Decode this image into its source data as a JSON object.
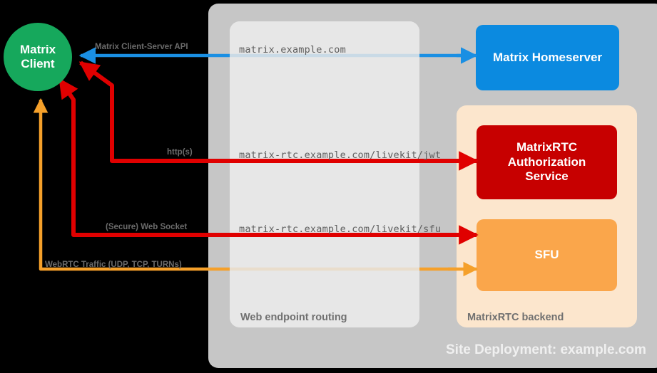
{
  "diagram": {
    "site_caption": "Site Deployment: example.com",
    "client": {
      "line1": "Matrix",
      "line2": "Client"
    },
    "routing_panel": {
      "caption": "Web endpoint routing",
      "endpoints": [
        "matrix.example.com",
        "matrix-rtc.example.com/livekit/jwt",
        "matrix-rtc.example.com/livekit/sfu"
      ]
    },
    "backend_panel": {
      "caption": "MatrixRTC backend"
    },
    "nodes": {
      "homeserver": "Matrix Homeserver",
      "authorization_service": "MatrixRTC\nAuthorization\nService",
      "authorization_service_line1": "MatrixRTC",
      "authorization_service_line2": "Authorization",
      "authorization_service_line3": "Service",
      "sfu": "SFU"
    },
    "flows": [
      {
        "id": "matrix-client-server-api",
        "label": "Matrix Client-Server API",
        "color": "#1a8fe3",
        "endpoint": "matrix.example.com",
        "direction": "to-client"
      },
      {
        "id": "http-s",
        "label": "http(s)",
        "color": "#e00000",
        "endpoint": "matrix-rtc.example.com/livekit/jwt",
        "direction": "to-client"
      },
      {
        "id": "secure-web-socket",
        "label": "(Secure) Web Socket",
        "color": "#e00000",
        "endpoint": "matrix-rtc.example.com/livekit/sfu",
        "direction": "to-client"
      },
      {
        "id": "webrtc-traffic",
        "label": "WebRTC Traffic (UDP, TCP, TURNs)",
        "color": "#f5a02a",
        "endpoint": "",
        "direction": "to-client"
      }
    ],
    "colors": {
      "background": "#000000",
      "site_panel": "#c6c6c6",
      "routing_panel": "#e6e6e6",
      "backend_panel": "#fce6cd",
      "client": "#16a85c",
      "homeserver": "#0b8ae0",
      "authorization_service": "#c70000",
      "sfu": "#faa64b",
      "blue_flow": "#1a8fe3",
      "red_flow": "#e00000",
      "orange_flow": "#f5a02a"
    }
  }
}
